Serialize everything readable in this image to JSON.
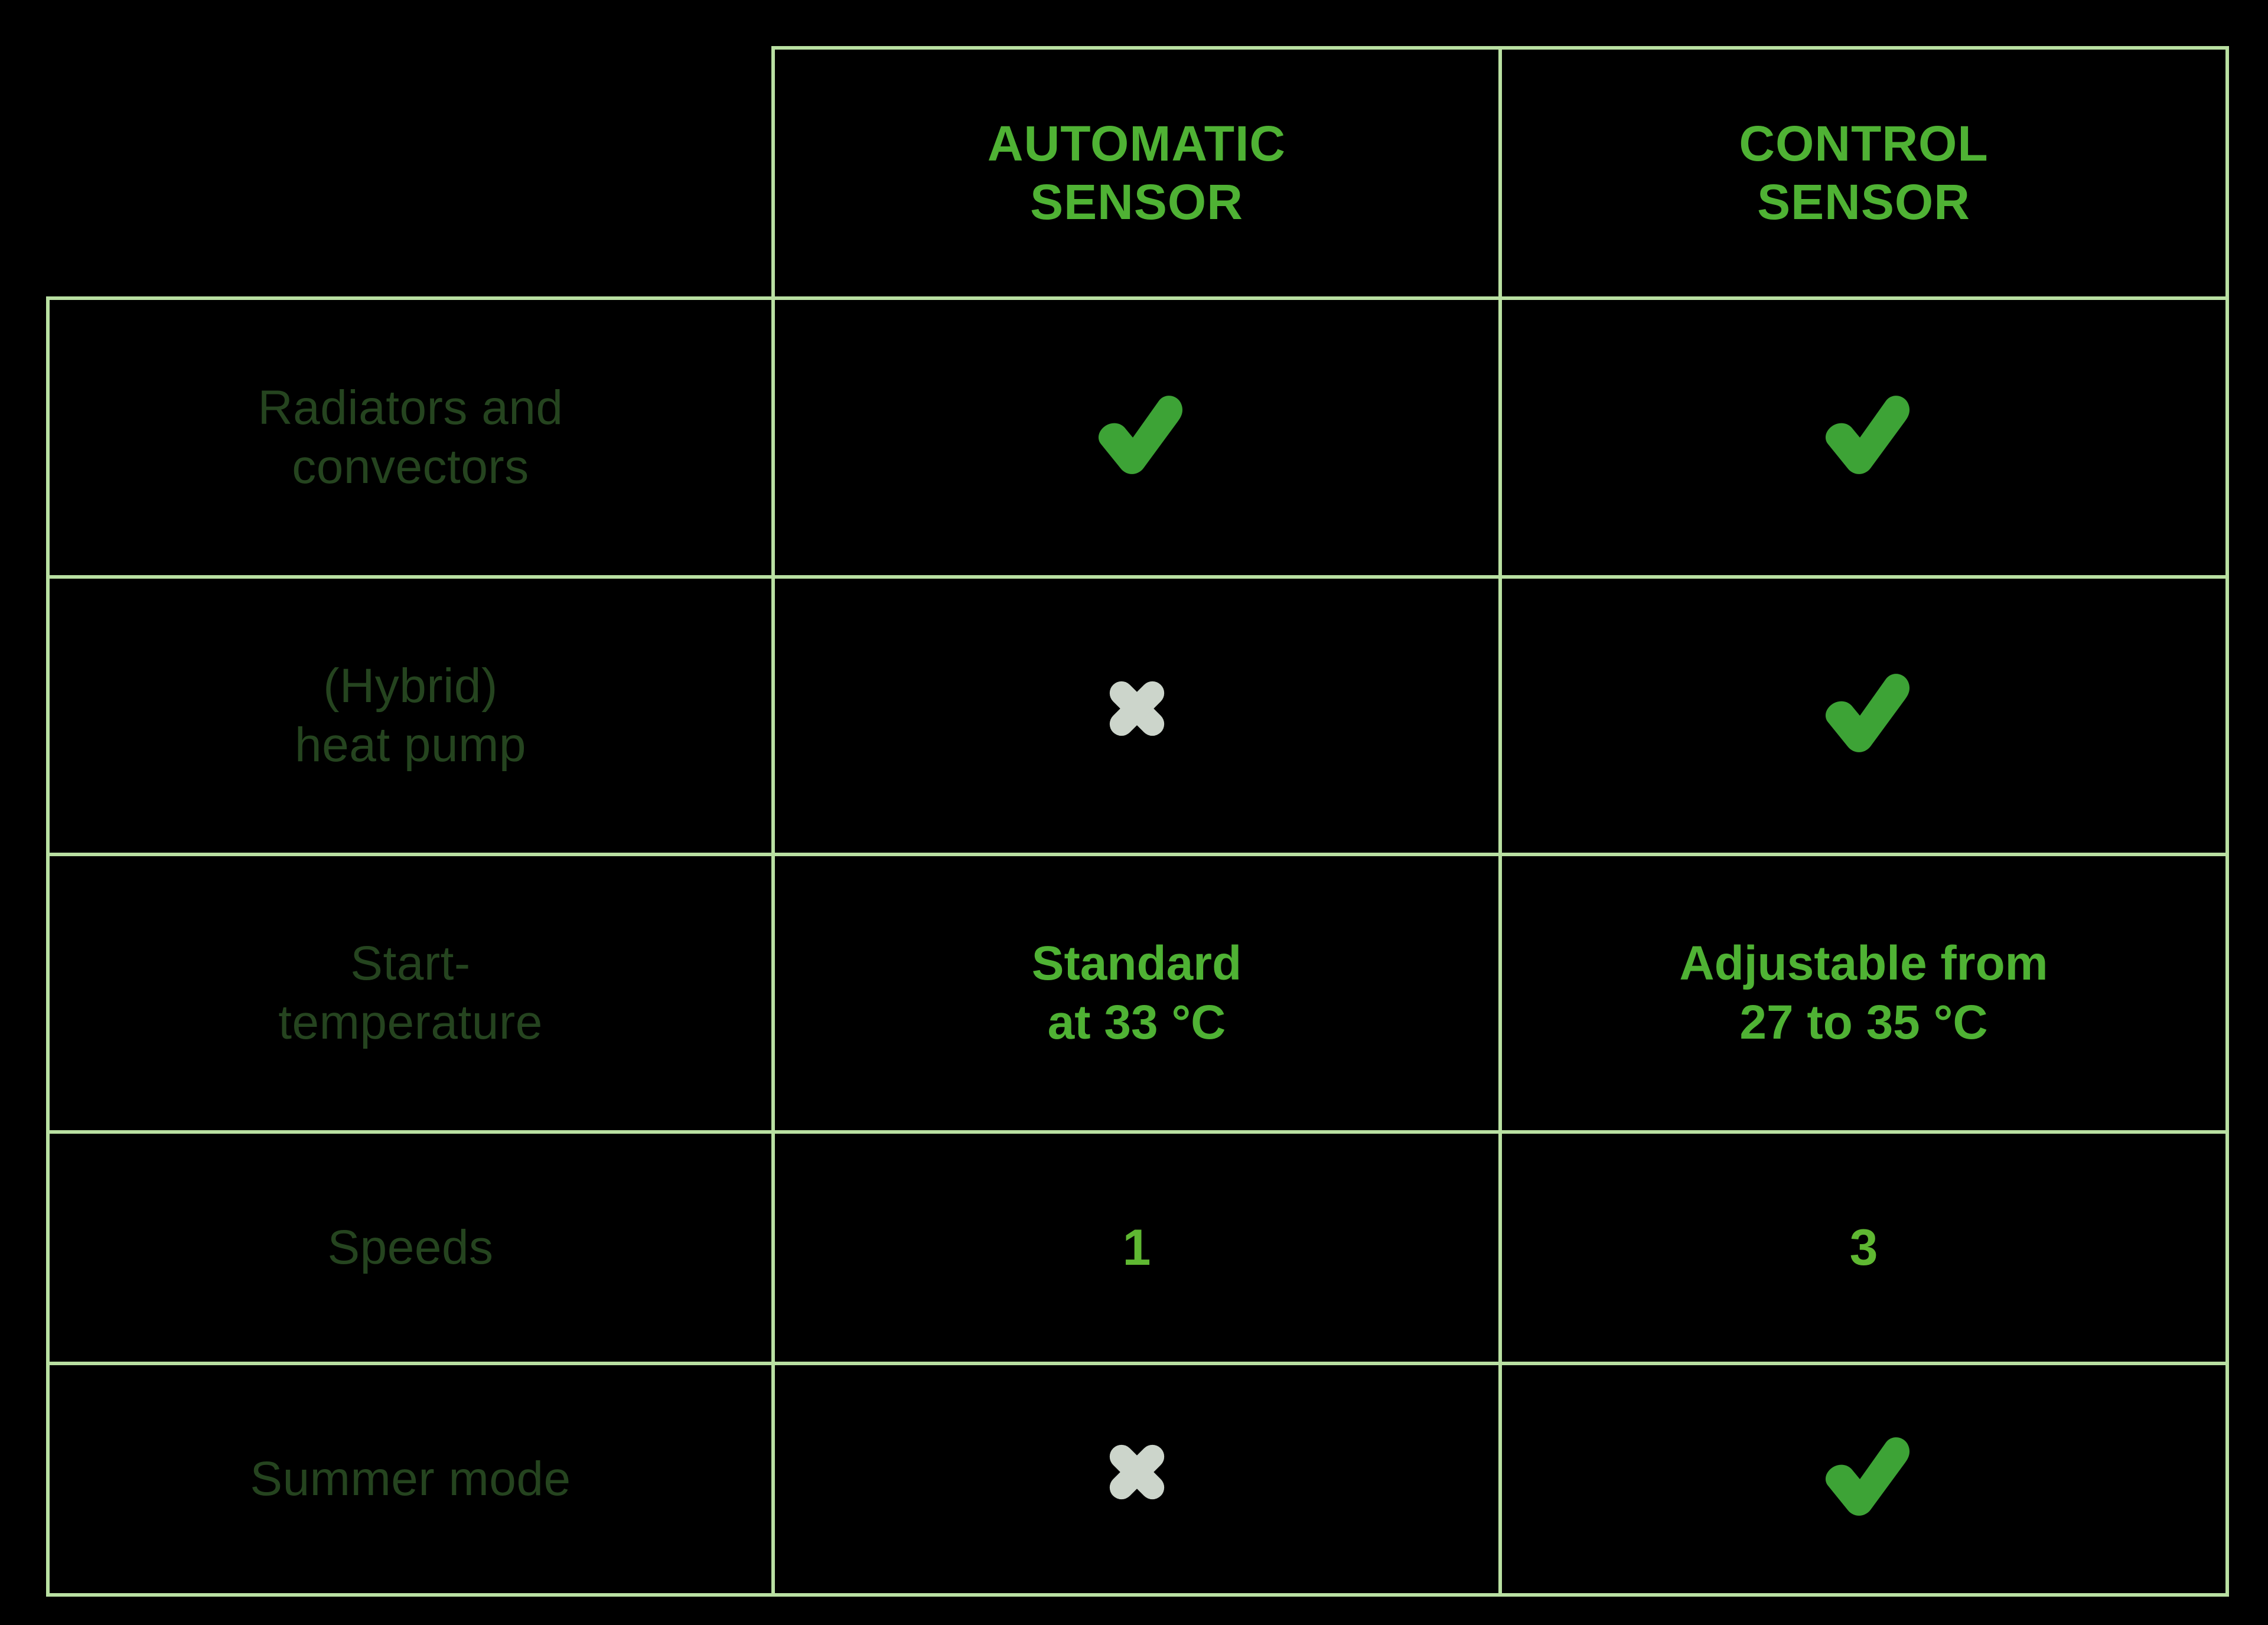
{
  "table": {
    "colors": {
      "background": "#000000",
      "grid_line": "#b9e0a2",
      "header_text": "#4fb234",
      "row_label_text": "#25441f",
      "value_text": "#4fb234",
      "check_icon": "#3da336",
      "cross_icon": "#ccd5cb"
    },
    "header": {
      "corner_label": "",
      "columns": [
        {
          "id": "automatic-sensor",
          "line1": "AUTOMATIC",
          "line2": "SENSOR"
        },
        {
          "id": "control-sensor",
          "line1": "CONTROL",
          "line2": "SENSOR"
        }
      ]
    },
    "rows": [
      {
        "id": "radiators-and-convectors",
        "label_line1": "Radiators and",
        "label_line2": "convectors",
        "automatic": {
          "type": "icon",
          "icon": "check-icon",
          "value": "yes"
        },
        "control": {
          "type": "icon",
          "icon": "check-icon",
          "value": "yes"
        }
      },
      {
        "id": "hybrid-heat-pump",
        "label_line1": "(Hybrid)",
        "label_line2": "heat pump",
        "automatic": {
          "type": "icon",
          "icon": "cross-icon",
          "value": "no"
        },
        "control": {
          "type": "icon",
          "icon": "check-icon",
          "value": "yes"
        }
      },
      {
        "id": "start-temperature",
        "label_line1": "Start-",
        "label_line2": "temperature",
        "automatic": {
          "type": "text",
          "line1": "Standard",
          "line2": "at 33 °C"
        },
        "control": {
          "type": "text",
          "line1": "Adjustable from",
          "line2": "27 to 35 °C"
        }
      },
      {
        "id": "speeds",
        "label_line1": "Speeds",
        "label_line2": "",
        "automatic": {
          "type": "number",
          "value": "1"
        },
        "control": {
          "type": "number",
          "value": "3"
        }
      },
      {
        "id": "summer-mode",
        "label_line1": "Summer mode",
        "label_line2": "",
        "automatic": {
          "type": "icon",
          "icon": "cross-icon",
          "value": "no"
        },
        "control": {
          "type": "icon",
          "icon": "check-icon",
          "value": "yes"
        }
      }
    ]
  }
}
